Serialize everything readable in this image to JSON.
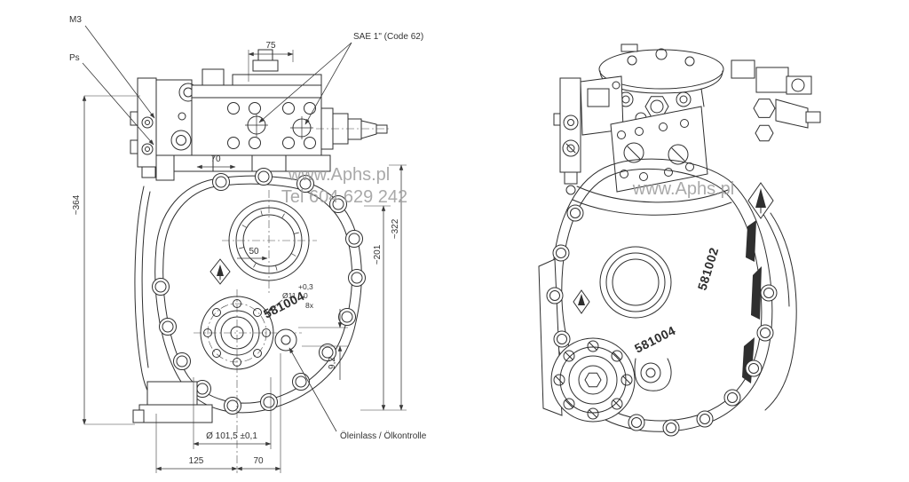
{
  "watermarks": {
    "left_url": "www.Aphs.pl",
    "left_tel": "Tel 604 629 242",
    "right_url": "www.Aphs.pl",
    "color": "#9b9b9b"
  },
  "left_view": {
    "callouts": {
      "m3": "M3",
      "ps": "Ps",
      "sae": "SAE 1\" (Code 62)",
      "oil": "Öleinlass / Ölkontrolle"
    },
    "part_number": "581004",
    "dims": {
      "w75": "75",
      "w70": "70",
      "h364": "~364",
      "h322": "~322",
      "h201": "~201",
      "r50": "50",
      "tol_plus": "+0,3",
      "hole_dia": "Ø11",
      "tol_zero": "0",
      "hole_count": "8x",
      "d92": "9,2",
      "bolt_circle": "Ø 101,5 ±0,1",
      "b125": "125",
      "b70": "70"
    }
  },
  "right_view": {
    "part_upper": "581002",
    "part_lower": "581004"
  },
  "colors": {
    "line": "#2f2f2f",
    "dim_text": "#333333",
    "watermark": "#9b9b9b",
    "background": "#ffffff"
  }
}
